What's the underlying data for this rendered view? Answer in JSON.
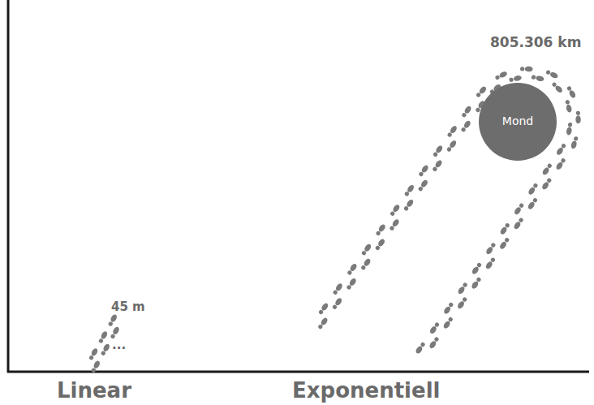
{
  "diagram": {
    "nodes": [
      {
        "text": [
          "Mond"
        ]
      }
    ],
    "labels": [
      "805.306 km",
      "45 m",
      "...",
      "Linear",
      "Exponentiell"
    ]
  }
}
